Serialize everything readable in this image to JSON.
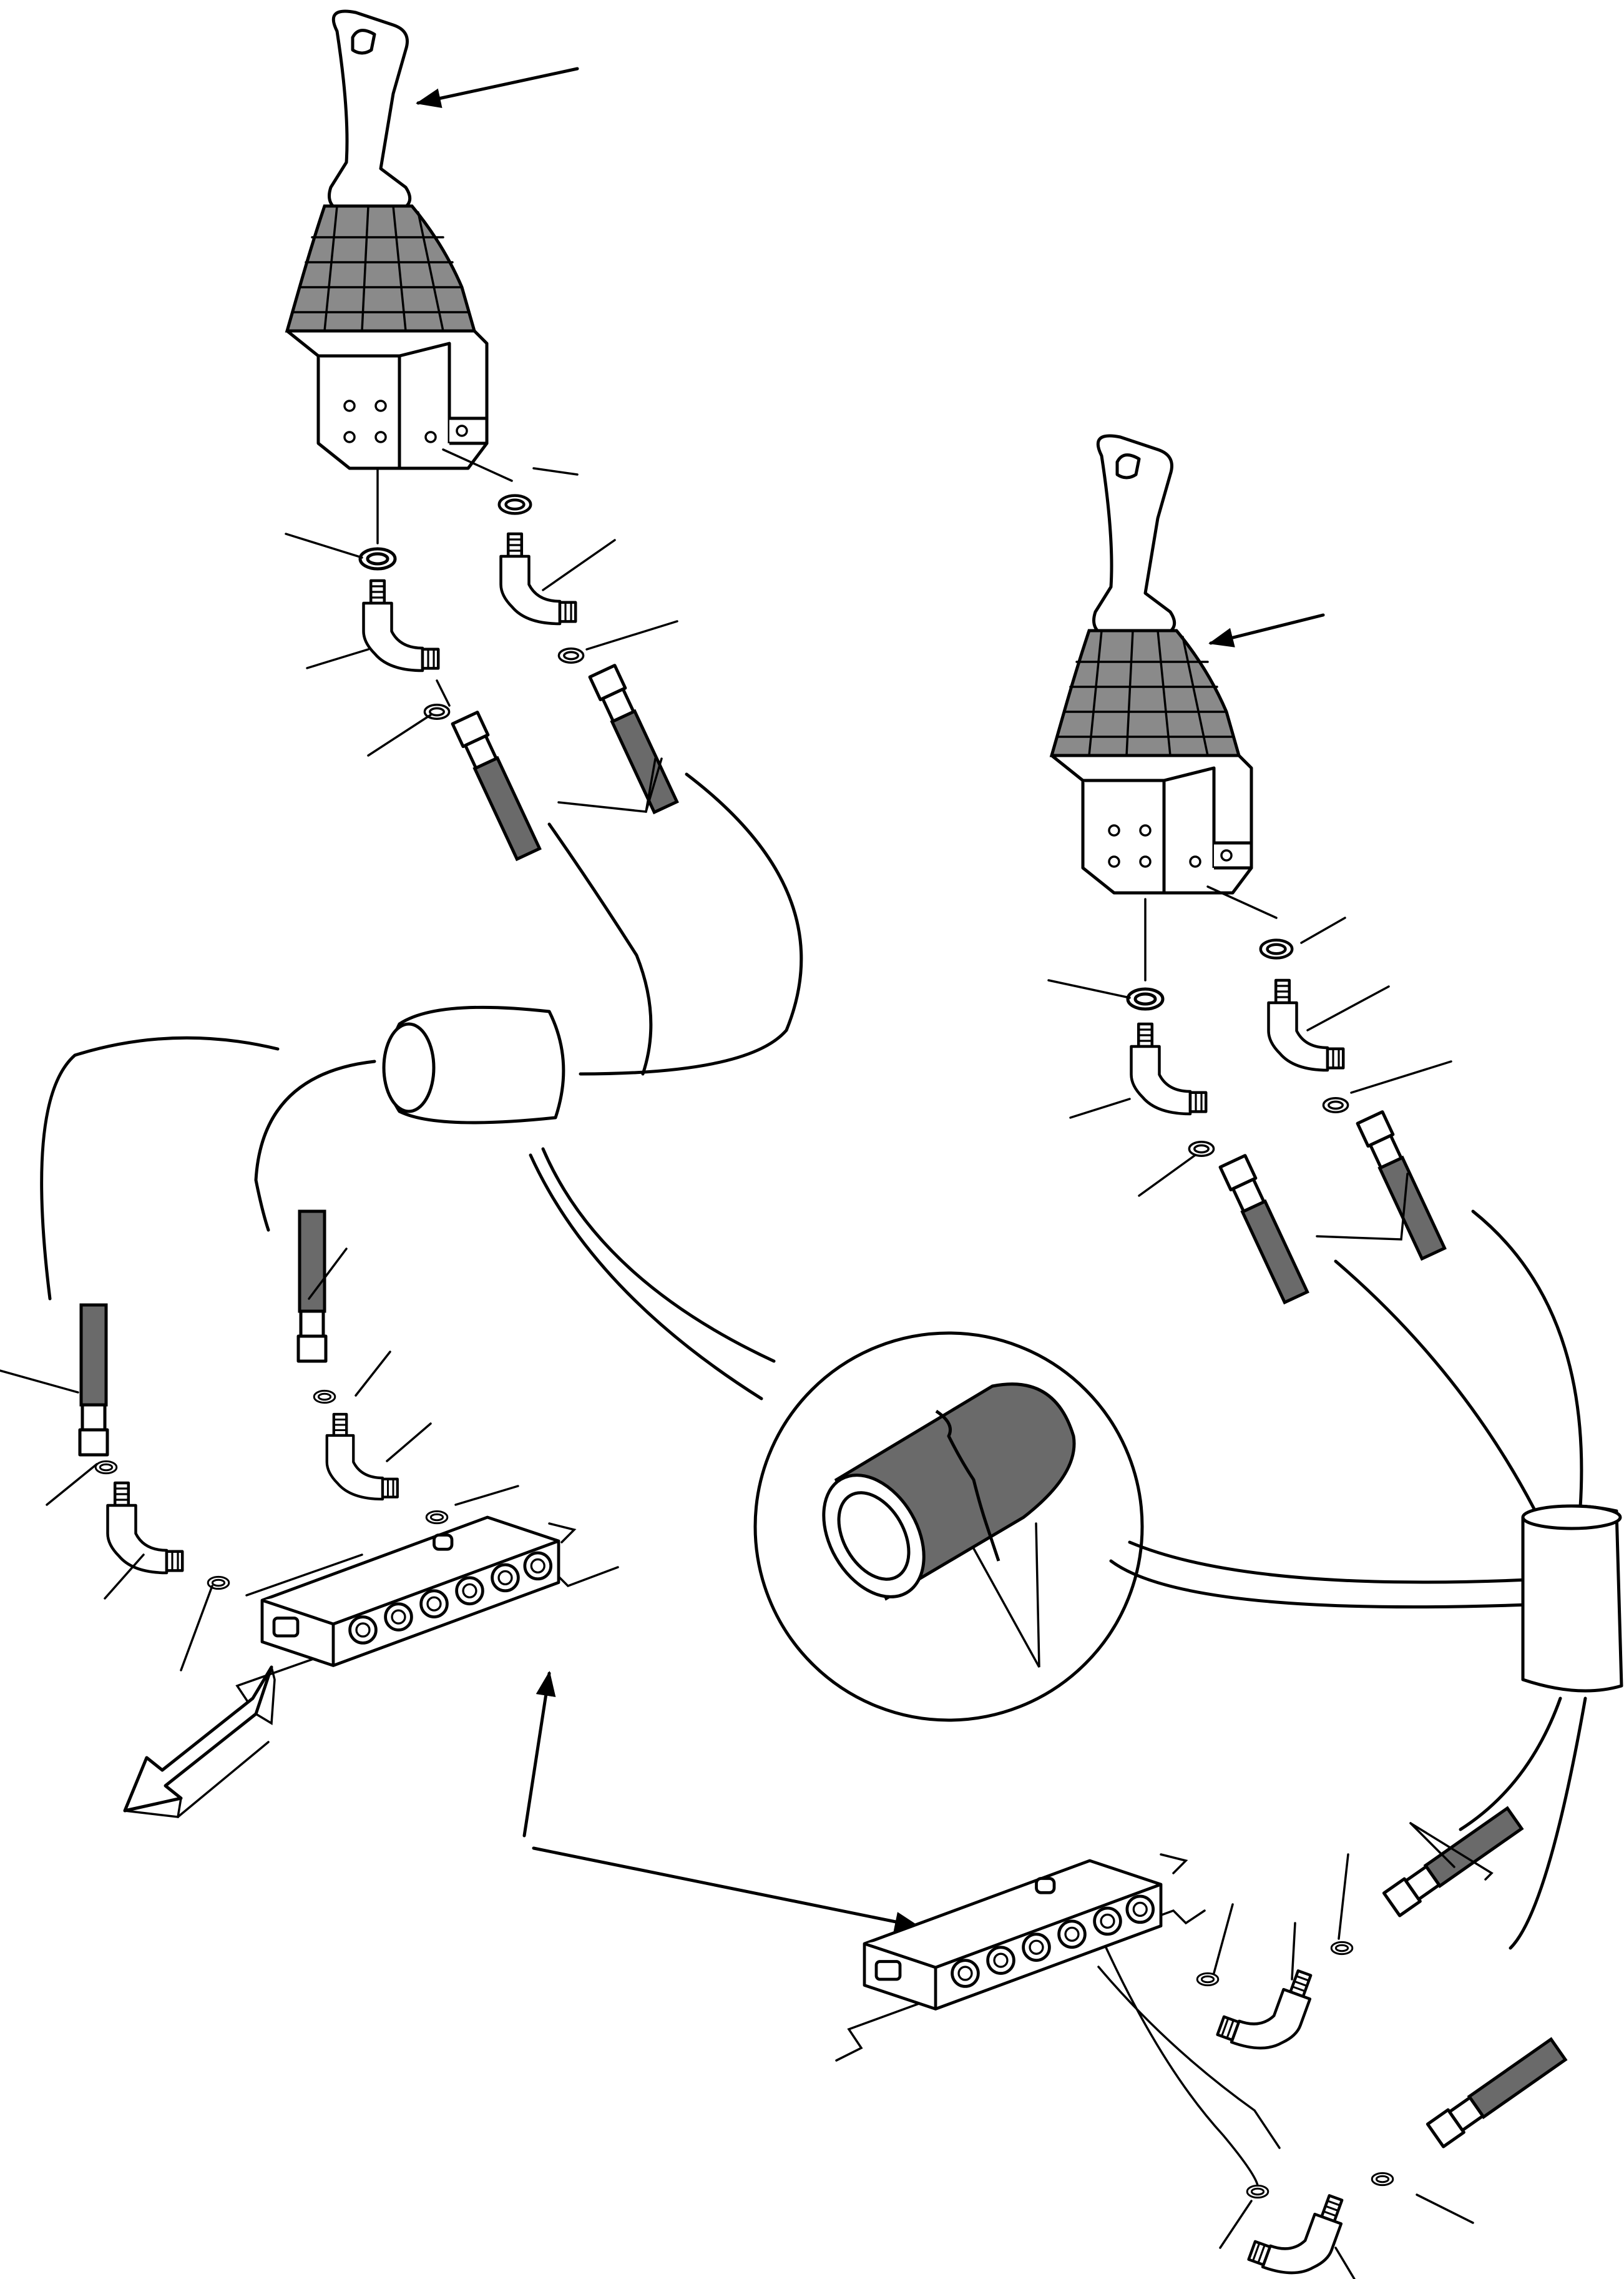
{
  "figure": {
    "description_labels": [],
    "components": {
      "joystick": [
        "left-joystick",
        "right-joystick"
      ],
      "control_valve": [
        "left-valve-block",
        "right-valve-block"
      ],
      "sleeve": [
        "left-sleeve",
        "right-sleeve"
      ],
      "detail": "hose-detail-circle",
      "direction": "direction-arrow"
    }
  }
}
